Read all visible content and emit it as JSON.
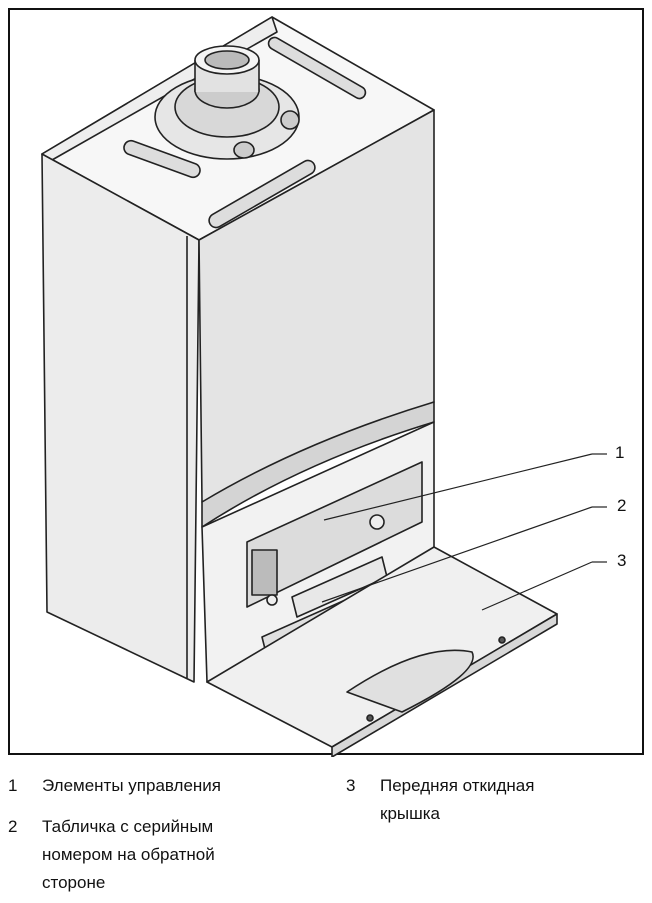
{
  "callouts": [
    "1",
    "2",
    "3"
  ],
  "legend": [
    {
      "num": "1",
      "lines": [
        "Элементы управления"
      ]
    },
    {
      "num": "2",
      "lines": [
        "Табличка с серийным",
        "номером на обратной",
        "стороне"
      ]
    },
    {
      "num": "3",
      "lines": [
        "Передняя откидная",
        "крышка"
      ]
    }
  ]
}
